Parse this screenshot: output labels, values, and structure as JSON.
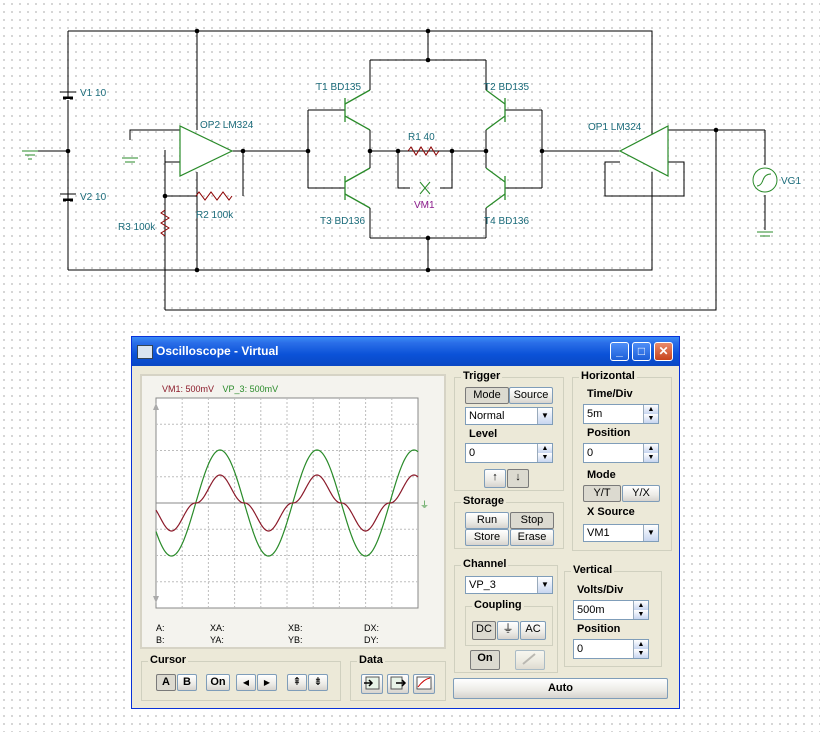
{
  "schematic": {
    "v1": "V1 10",
    "v2": "V2 10",
    "op2": "OP2 LM324",
    "op1": "OP1 LM324",
    "r1": "R1 40",
    "r2": "R2 100k",
    "r3": "R3 100k",
    "t1": "T1 BD135",
    "t2": "T2 BD135",
    "t3": "T3 BD136",
    "t4": "T4 BD136",
    "vm1": "VM1",
    "vg1": "VG1"
  },
  "window": {
    "title": "Oscilloscope - Virtual",
    "minimize": "_",
    "maximize": "□",
    "close": "✕"
  },
  "display": {
    "legend_vm1": "VM1: 500mV",
    "legend_vp3": "VP_3: 500mV",
    "cursor_readouts": {
      "a": "A:",
      "b": "B:",
      "xa": "XA:",
      "ya": "YA:",
      "xb": "XB:",
      "yb": "YB:",
      "dx": "DX:",
      "dy": "DY:"
    },
    "colors": {
      "vm1": "#8b1a2a",
      "vp3": "#2a8b2a"
    }
  },
  "cursor": {
    "caption": "Cursor",
    "a": "A",
    "b": "B",
    "on": "On",
    "left_icon": "◀",
    "right_icon": "▶",
    "up_icon": "⇞",
    "down_icon": "⇟"
  },
  "data_group": {
    "caption": "Data"
  },
  "trigger": {
    "caption": "Trigger",
    "mode": "Mode",
    "source": "Source",
    "mode_value": "Normal",
    "level_label": "Level",
    "level_value": "0",
    "rise_icon": "↑",
    "fall_icon": "↓"
  },
  "storage": {
    "caption": "Storage",
    "run": "Run",
    "stop": "Stop",
    "store": "Store",
    "erase": "Erase"
  },
  "channel": {
    "caption": "Channel",
    "value": "VP_3",
    "coupling_caption": "Coupling",
    "dc": "DC",
    "gnd": "⏚",
    "ac": "AC",
    "on": "On"
  },
  "horizontal": {
    "caption": "Horizontal",
    "timediv_label": "Time/Div",
    "timediv_value": "5m",
    "position_label": "Position",
    "position_value": "0",
    "mode_label": "Mode",
    "yt": "Y/T",
    "yx": "Y/X",
    "xsource_label": "X Source",
    "xsource_value": "VM1"
  },
  "vertical": {
    "caption": "Vertical",
    "voltsdiv_label": "Volts/Div",
    "voltsdiv_value": "500m",
    "position_label": "Position",
    "position_value": "0"
  },
  "auto": "Auto"
}
